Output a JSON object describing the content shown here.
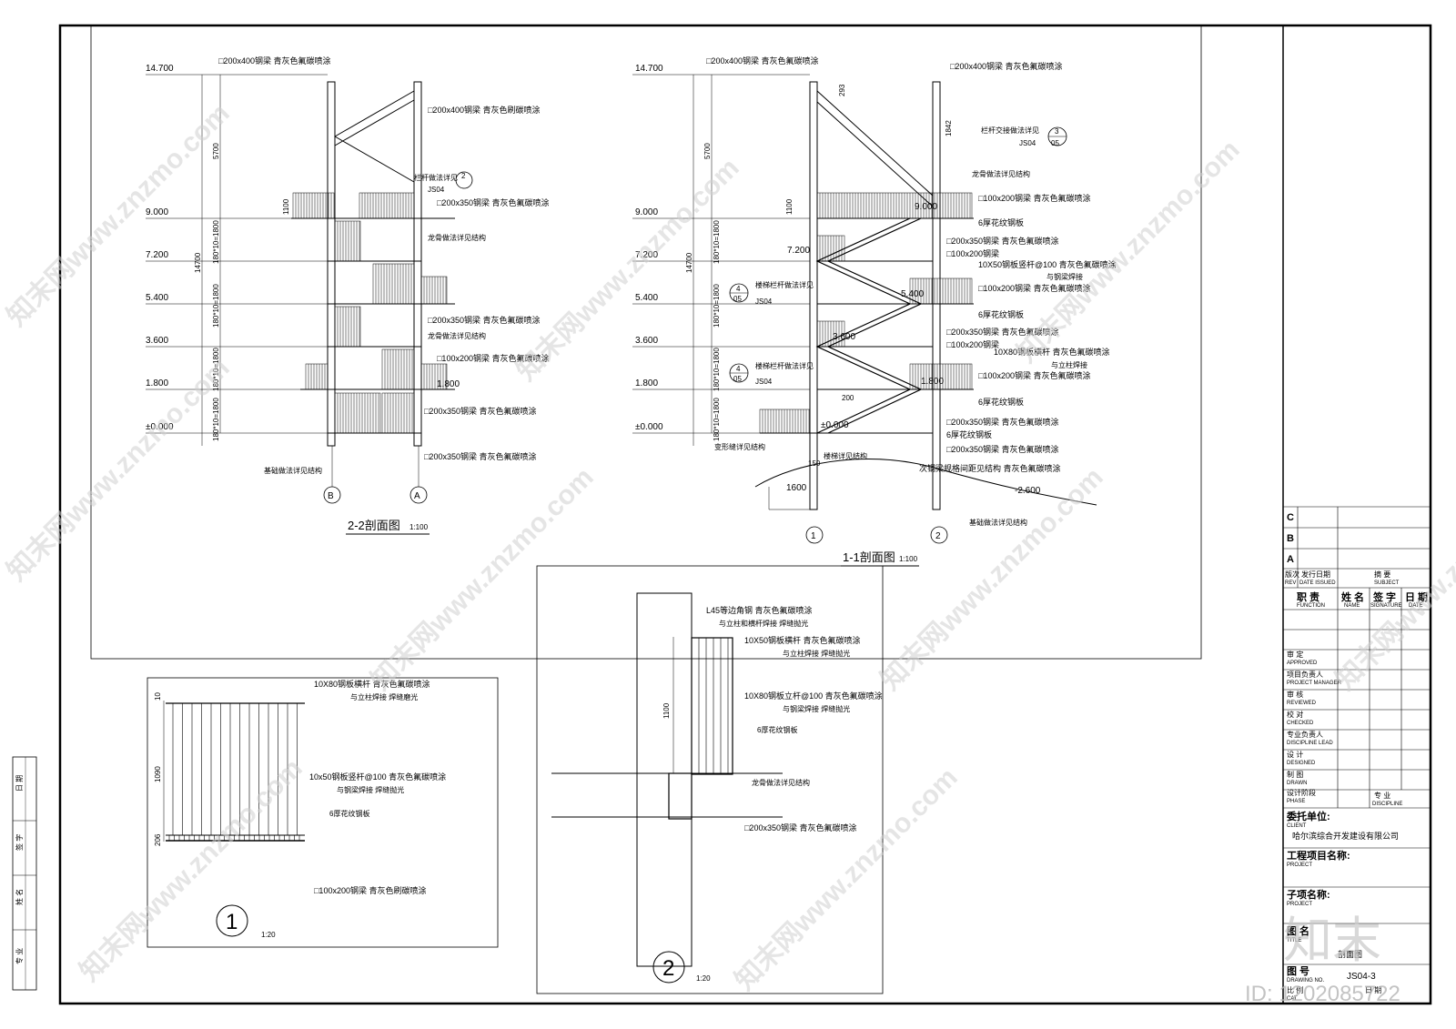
{
  "section22": {
    "title": "2-2剖面图",
    "scale": "1:100",
    "levels": [
      "14.700",
      "9.000",
      "7.200",
      "5.400",
      "3.600",
      "1.800",
      "±0.000"
    ],
    "dims": [
      "5700",
      "14700",
      "180*10=1800",
      "180*10=1800",
      "180*10=1800",
      "180*10=1800",
      "1100"
    ],
    "axes": [
      "B",
      "A"
    ],
    "labels": [
      "□200x400钢梁 青灰色氟碳喷涂",
      "□200x400钢梁 青灰色刷碳喷涂",
      "栏杆做法详见",
      "JS04",
      "2",
      "□200x350钢梁 青灰色氟碳喷涂",
      "龙骨做法详见结构",
      "□200x350钢梁 青灰色氟碳喷涂",
      "龙骨做法详见结构",
      "□100x200钢梁 青灰色氟碳喷涂",
      "1.800",
      "□200x350钢梁 青灰色氟碳喷涂",
      "□200x350钢梁 青灰色氟碳喷涂",
      "基础做法详见结构"
    ]
  },
  "section11": {
    "title": "1-1剖面图",
    "scale": "1:100",
    "levels": [
      "14.700",
      "9.000",
      "7.200",
      "5.400",
      "3.600",
      "1.800",
      "±0.000"
    ],
    "dims": [
      "5700",
      "14700",
      "180*10=1800",
      "180*10=1800",
      "180*10=1800",
      "180*10=1800",
      "1100",
      "293",
      "1842"
    ],
    "axes": [
      "1",
      "2"
    ],
    "labels": [
      "□200x400钢梁 青灰色氟碳喷涂",
      "□200x400钢梁 青灰色氟碳喷涂",
      "栏杆交接做法详见",
      "JS04",
      "3",
      "05",
      "龙骨做法详见结构",
      "□100x200钢梁 青灰色氟碳喷涂",
      "6厚花纹钢板",
      "□200x350钢梁 青灰色氟碳喷涂",
      "□100x200钢梁",
      "10X50钢板竖杆@100 青灰色氟碳喷涂",
      "与钢梁焊接",
      "□100x200钢梁 青灰色氟碳喷涂",
      "6厚花纹钢板",
      "□200x350钢梁 青灰色氟碳喷涂",
      "□100x200钢梁",
      "10X80钢板横杆 青灰色氟碳喷涂",
      "与立柱焊接",
      "□100x200钢梁 青灰色氟碳喷涂",
      "6厚花纹钢板",
      "□200x350钢梁 青灰色氟碳喷涂",
      "6厚花纹钢板",
      "□200x350钢梁 青灰色氟碳喷涂",
      "次钢梁规格间距见结构 青灰色氟碳喷涂",
      "基础做法详见结构",
      "楼梯栏杆做法详见",
      "楼梯栏杆做法详见",
      "楼梯详见结构",
      "变形缝详见结构",
      "-2.600",
      "1600",
      "7.200",
      "5.400",
      "3.600",
      "1.800",
      "±0.000",
      "9.000",
      "200",
      "150"
    ]
  },
  "detail1": {
    "number": "1",
    "scale": "1:20",
    "dims": [
      "10",
      "1090",
      "206"
    ],
    "labels": [
      "10X80钢板横杆 青灰色氟碳喷涂",
      "与立柱焊接 焊缝磨光",
      "10x50钢板竖杆@100 青灰色氟碳喷涂",
      "与钢梁焊接 焊缝抛光",
      "6厚花纹钢板",
      "□100x200钢梁 青灰色刷碳喷涂"
    ]
  },
  "detail2": {
    "number": "2",
    "scale": "1:20",
    "dims": [
      "1100"
    ],
    "labels": [
      "L45等边角钢 青灰色氟碳喷涂",
      "与立柱和横杆焊接 焊缝抛光",
      "10X50钢板横杆 青灰色氟碳喷涂",
      "与立柱焊接 焊缝抛光",
      "10X80钢板立杆@100 青灰色氟碳喷涂",
      "与钢梁焊接 焊缝抛光",
      "6厚花纹钢板",
      "龙骨做法详见结构",
      "□200x350钢梁 青灰色氟碳喷涂"
    ]
  },
  "callouts": {
    "a": {
      "num": "4",
      "sheet": "05",
      "ref": "JS04"
    },
    "b": {
      "num": "4",
      "sheet": "05",
      "ref": "JS04"
    }
  },
  "titleblock": {
    "revs": [
      "C",
      "B",
      "A"
    ],
    "rev_head": [
      "版次",
      "发行日期",
      "摘 要"
    ],
    "rev_head_en": [
      "REV",
      "DATE ISSUED",
      "SUBJECT"
    ],
    "func_head": [
      "职 责",
      "姓 名",
      "签 字",
      "日 期"
    ],
    "func_head_en": [
      "FUNCTION",
      "NAME",
      "SIGNATURE",
      "DATE"
    ],
    "roles": [
      {
        "cn": "审 定",
        "en": "APPROVED"
      },
      {
        "cn": "项目负责人",
        "en": "PROJECT MANAGER"
      },
      {
        "cn": "审 核",
        "en": "REVIEWED"
      },
      {
        "cn": "校 对",
        "en": "CHECKED"
      },
      {
        "cn": "专业负责人",
        "en": "DISCIPLINE LEAD"
      },
      {
        "cn": "设 计",
        "en": "DESIGNED"
      },
      {
        "cn": "制 图",
        "en": "DRAWN"
      },
      {
        "cn": "设计阶段",
        "en": "PHASE"
      }
    ],
    "discipline_cn": "专 业",
    "discipline_en": "DISCIPLINE",
    "client_label": "委托单位:",
    "client_en": "CLIENT",
    "client_name": "哈尔滨综合开发建设有限公司",
    "project_label": "工程项目名称:",
    "project_en": "PROJECT",
    "subproject_label": "子项名称:",
    "subproject_en": "PROJECT",
    "drawing_label": "图 名",
    "drawing_en": "TITLE",
    "drawing_name": "剖面图",
    "drawingno_label": "图 号",
    "drawingno_en": "DRAWING NO.",
    "drawingno": "JS04-3",
    "cat_label": "比 例",
    "cat_en": "CAT",
    "date_label": "日 期"
  },
  "leftstrip": [
    "日 期",
    "签 字",
    "姓 名",
    "专 业"
  ],
  "watermark": {
    "text": "知末网www.znzmo.com",
    "brand": "知末",
    "id": "ID: 1202085722"
  }
}
